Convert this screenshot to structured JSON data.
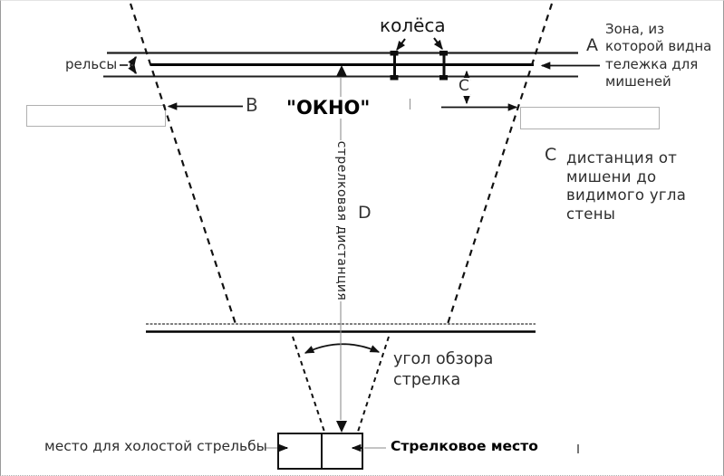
{
  "labels": {
    "wheels": "колёса",
    "rails": "рельсы",
    "letter_a": "А",
    "zone_lines": [
      "Зона, из",
      "которой видна",
      "тележка для",
      "мишеней"
    ],
    "letter_b": "B",
    "window": "\"ОКНО\"",
    "letter_c": "C",
    "letter_d": "D",
    "shooting_distance": "стрелковая дистанция",
    "letter_c_right": "С",
    "distance_lines": [
      "дистанция от",
      "мишени до",
      "видимого угла",
      "стены"
    ],
    "view_angle_lines": [
      "угол обзора",
      "стрелка"
    ],
    "dry_fire_place": "место для холостой стрельбы",
    "shooting_place": "Стрелковое место"
  },
  "colors": {
    "line_black": "#111111",
    "rail_dark": "#1f1f1f",
    "guide_gray": "#8f8f8f",
    "wall_border": "#b0b0b0",
    "text_dark": "#2a2a2a"
  }
}
